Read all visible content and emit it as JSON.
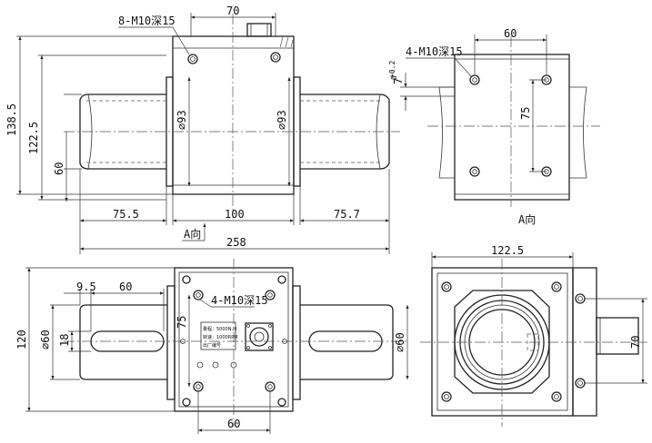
{
  "front_view": {
    "thread_top": "8-M10深15",
    "width_top": "70",
    "height_total": "138.5",
    "height_inner": "122.5",
    "shaft_height": "60",
    "dia_left": "⌀93",
    "dia_right": "⌀93",
    "shaft_left": "75.5",
    "body_width": "100",
    "shaft_right": "75.7",
    "total_length": "258",
    "view_arrow": "A向"
  },
  "side_view": {
    "thread": "4-M10深15",
    "hole_spacing_x": "60",
    "tolerance_upper": "+0.2",
    "tolerance_lower": "0",
    "tolerance_base": "7",
    "hole_spacing_y": "75",
    "caption": "A向"
  },
  "top_view": {
    "keyway_offset": "9.5",
    "keyway_length": "60",
    "thread": "4-M10深15",
    "height": "120",
    "dia_left": "⌀60",
    "key_width": "18",
    "hole_spacing_y": "75",
    "dia_right": "⌀60",
    "hole_spacing_x": "60",
    "label_line1": "量程：5000N.M",
    "label_line2": "转速：1000RPM",
    "label_line3": "出厂编号"
  },
  "end_view": {
    "width": "122.5",
    "hole_spacing": "70"
  }
}
